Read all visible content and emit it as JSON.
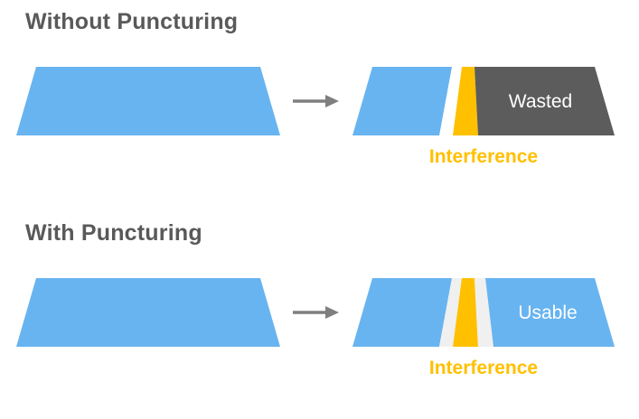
{
  "sections": [
    {
      "heading": "Without Puncturing",
      "right_label": "Wasted",
      "interference_label": "Interference"
    },
    {
      "heading": "With Puncturing",
      "right_label": "Usable",
      "interference_label": "Interference"
    }
  ],
  "icons": {
    "arrow_right_icon": "→"
  },
  "colors": {
    "blue": "#68B4F0",
    "yellow": "#FFC000",
    "dark_gray": "#5C5C5C",
    "light_gray": "#F0F0F0",
    "arrow_gray": "#7F7F7F",
    "heading_gray": "#595959",
    "interference_text": "#FFC000"
  }
}
